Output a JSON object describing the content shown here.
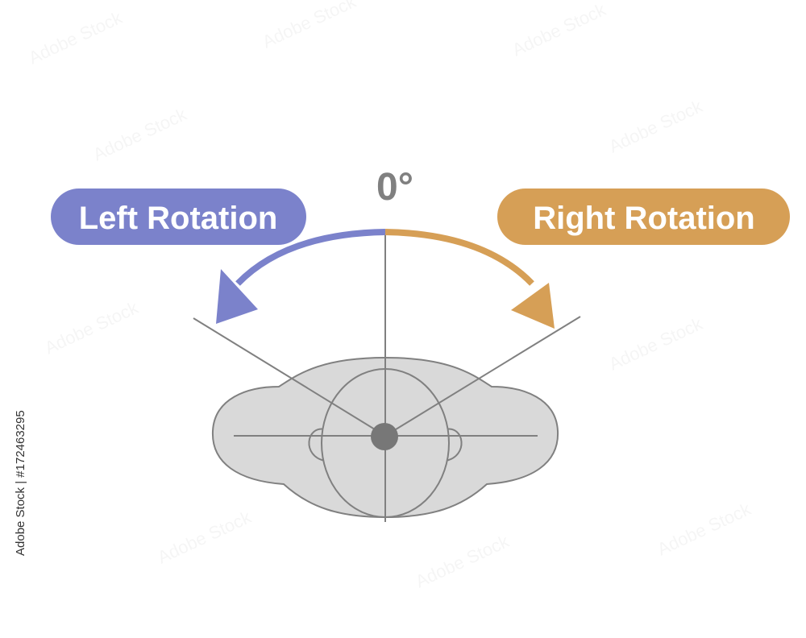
{
  "labels": {
    "zero": "0°",
    "left": "Left Rotation",
    "right": "Right Rotation"
  },
  "stock_id": "Adobe Stock | #172463295",
  "colors": {
    "left": "#7b82cb",
    "right": "#d69f56",
    "head_fill": "#d9d9d9",
    "outline": "#808080",
    "center_dot": "#777777",
    "zero_text": "#808080"
  }
}
